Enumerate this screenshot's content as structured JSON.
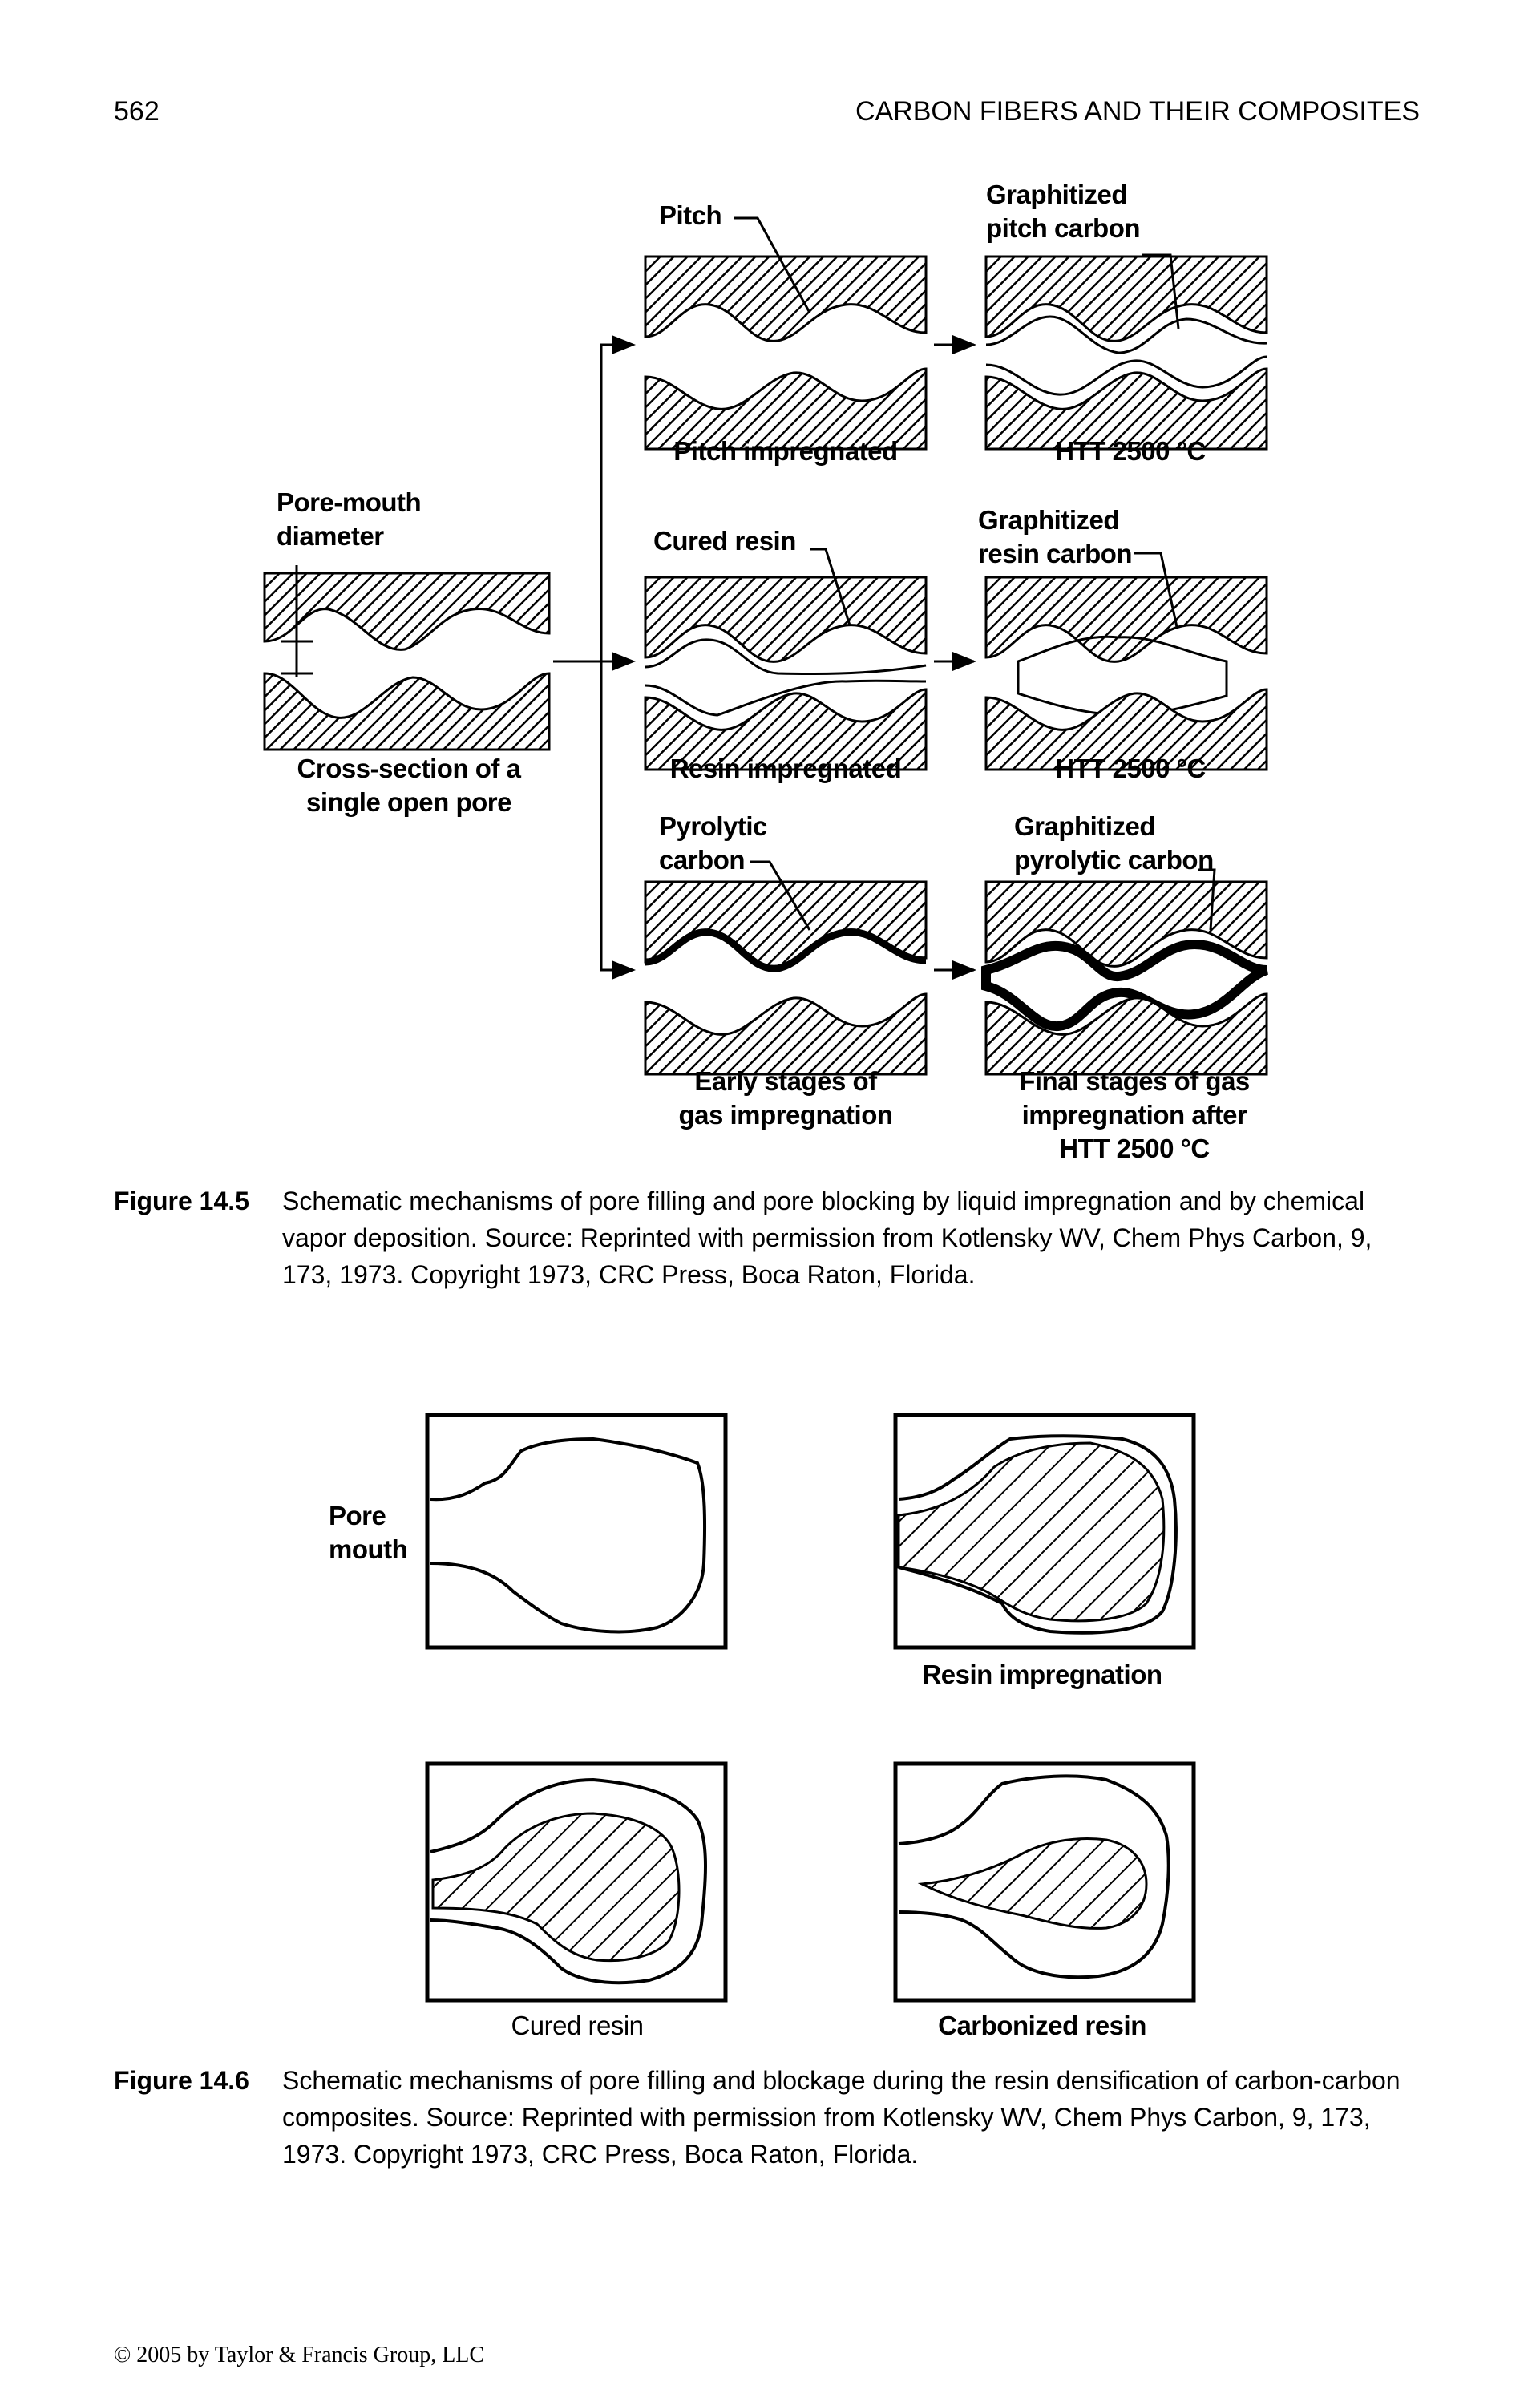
{
  "header": {
    "page_number": "562",
    "running_title": "CARBON FIBERS AND THEIR COMPOSITES"
  },
  "figure_14_5": {
    "labels": {
      "pitch": "Pitch",
      "graphitized_pitch_1": "Graphitized",
      "graphitized_pitch_2": "pitch carbon",
      "pitch_impregnated": "Pitch impregnated",
      "htt_1": "HTT 2500 °C",
      "pore_mouth_1": "Pore-mouth",
      "pore_mouth_2": "diameter",
      "cured_resin": "Cured resin",
      "graphitized_resin_1": "Graphitized",
      "graphitized_resin_2": "resin carbon",
      "cross_section_1": "Cross-section of a",
      "cross_section_2": "single open pore",
      "resin_impregnated": "Resin impregnated",
      "htt_2": "HTT 2500 °C",
      "pyrolytic_1": "Pyrolytic",
      "pyrolytic_2": "carbon",
      "graphitized_pyro_1": "Graphitized",
      "graphitized_pyro_2": "pyrolytic carbon",
      "early_1": "Early stages of",
      "early_2": "gas impregnation",
      "final_1": "Final stages of gas",
      "final_2": "impregnation after",
      "final_3": "HTT 2500 °C"
    },
    "caption_label": "Figure 14.5",
    "caption_text": "Schematic mechanisms of pore filling and pore blocking by liquid impregnation and by chemical vapor deposition. Source: Reprinted with permission from Kotlensky WV, Chem Phys Carbon, 9, 173, 1973. Copyright 1973, CRC Press, Boca Raton, Florida."
  },
  "figure_14_6": {
    "labels": {
      "pore_1": "Pore",
      "pore_2": "mouth",
      "resin_impregnation": "Resin impregnation",
      "cured_resin": "Cured resin",
      "carbonized_resin": "Carbonized resin"
    },
    "caption_label": "Figure 14.6",
    "caption_text": "Schematic mechanisms of pore filling and blockage during the resin densification of carbon-carbon composites. Source: Reprinted with permission from Kotlensky WV, Chem Phys Carbon, 9, 173, 1973. Copyright 1973, CRC Press, Boca Raton, Florida."
  },
  "footer": {
    "copyright": "© 2005 by Taylor & Francis Group, LLC"
  }
}
